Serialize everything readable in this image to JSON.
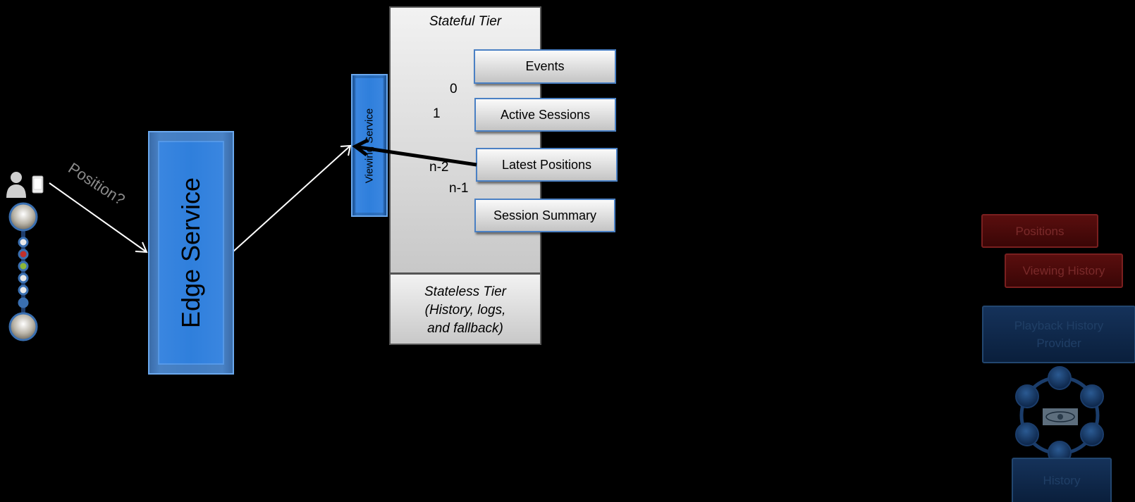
{
  "edge_service": {
    "label": "Edge Service"
  },
  "viewing_service": {
    "label": "Viewing Service"
  },
  "request_label": "Position?",
  "stateful_tier": {
    "title": "Stateful Tier",
    "nodes": [
      "0",
      "1",
      "n-2",
      "n-1"
    ],
    "stores": [
      "Events",
      "Active Sessions",
      "Latest Positions",
      "Session Summary"
    ]
  },
  "stateless_tier": {
    "lines": [
      "Stateless Tier",
      "(History, logs,",
      "and fallback)"
    ]
  },
  "background_components": {
    "positions": "Positions",
    "viewing_history": "Viewing History",
    "playback_history_provider": [
      "Playback History",
      "Provider"
    ],
    "history": "History"
  },
  "colors": {
    "background": "#000000",
    "service_blue": "#2f7fdc",
    "store_border": "#4a80c4",
    "faded_red": "#5a0e0e",
    "faded_blue": "#15325a"
  }
}
